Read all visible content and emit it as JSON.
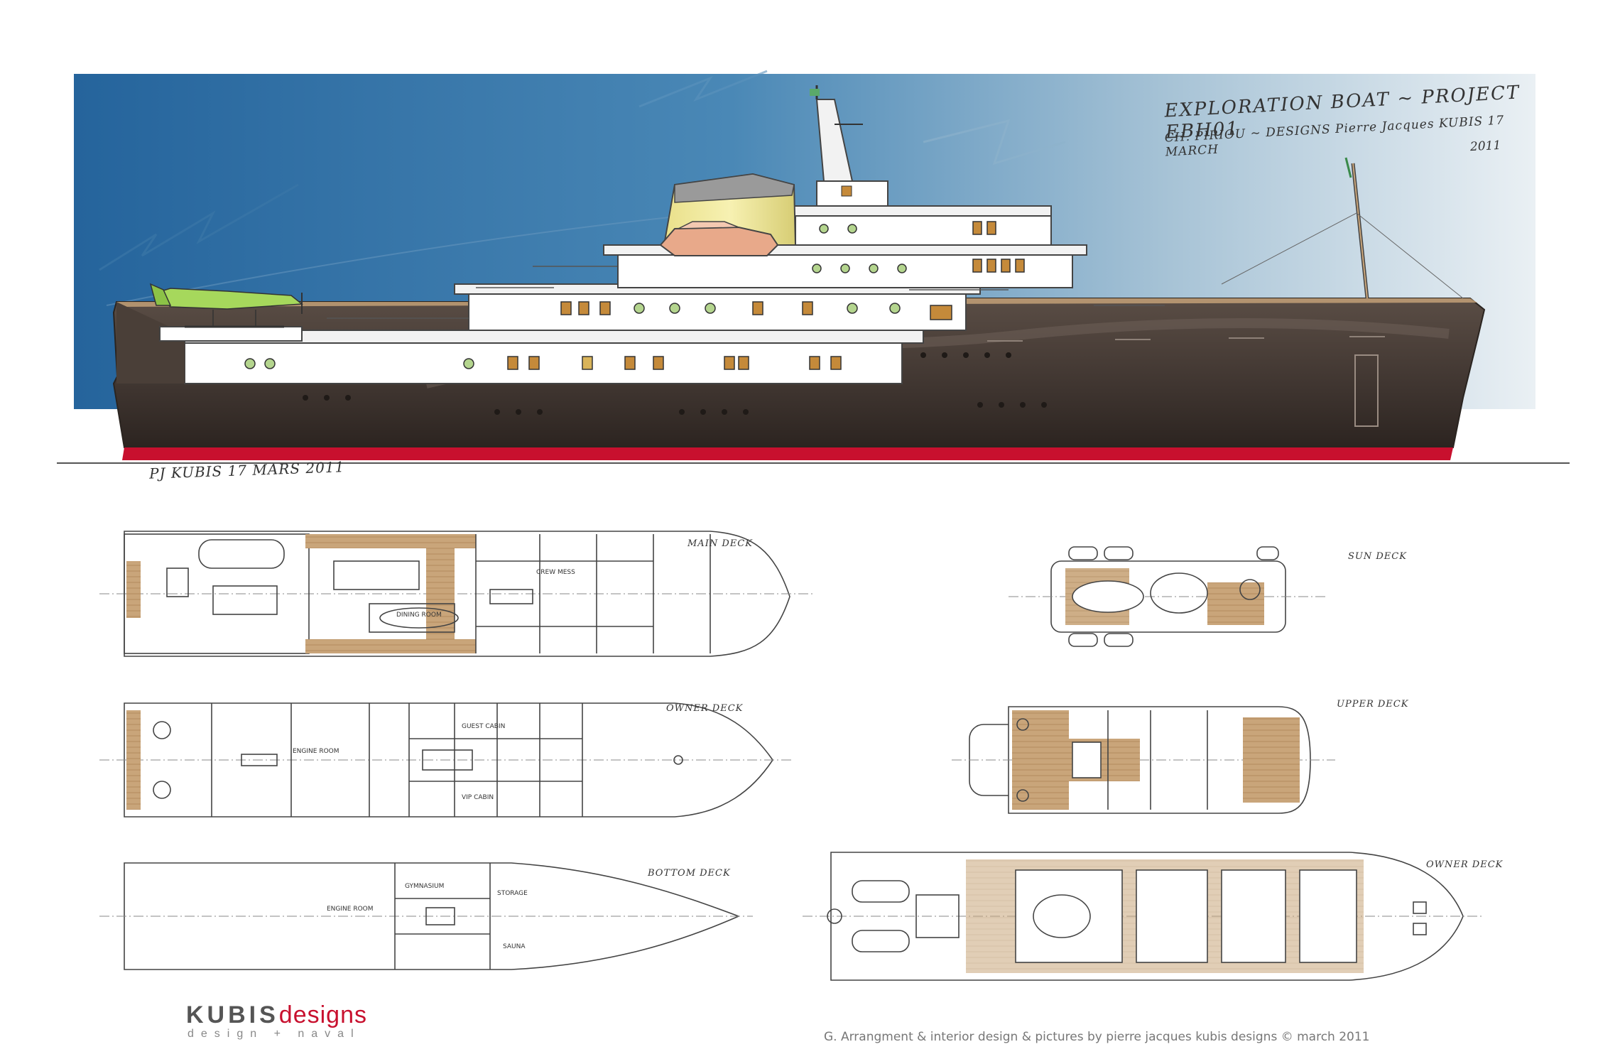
{
  "header": {
    "title_line1": "EXPLORATION BOAT ~ PROJECT EBH01",
    "title_line2": "CH. PIRIOU ~ DESIGNS Pierre Jacques KUBIS 17 MARCH",
    "title_year": "2011",
    "signature": "PJ KUBIS 17 MARS 2011"
  },
  "decks": {
    "main_deck": "MAIN DECK",
    "lower_deck": "OWNER DECK",
    "bottom_deck": "BOTTOM DECK",
    "sun_deck": "SUN DECK",
    "upper_deck": "UPPER DECK",
    "owner_deck": "OWNER DECK"
  },
  "rooms": {
    "engine_room": "ENGINE ROOM",
    "engine_room_bottom": "ENGINE ROOM",
    "dining_room": "DINING ROOM",
    "crew_mess": "CREW MESS",
    "gymnasium": "GYMNASIUM",
    "guest_cabin": "GUEST CABIN",
    "vip_cabin": "VIP CABIN",
    "sauna": "SAUNA",
    "storage": "STORAGE"
  },
  "brand": {
    "name_part1": "KUBIS",
    "name_part2": "designs",
    "tagline": "design + naval"
  },
  "footer": {
    "credit": "G. Arrangment & interior design & pictures by pierre jacques kubis designs  ©  march 2011"
  },
  "colors": {
    "sky_dark": "#2a6aa0",
    "sky_light": "#dfe8ee",
    "hull": "#4a3f38",
    "waterline": "#c8102e",
    "teak": "#c9a57a",
    "funnel": "#f3e89a",
    "tender": "#e8a98a",
    "plane": "#a6d85c",
    "brand_red": "#c8102e",
    "brand_grey": "#555555"
  }
}
